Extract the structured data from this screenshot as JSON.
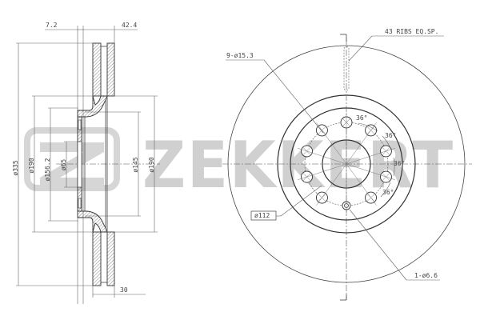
{
  "watermark": {
    "brand": "ZEKKERT",
    "logo_letter": "Z",
    "color": "#d0d0d0"
  },
  "side_view": {
    "dims": {
      "offset_top_left": "7.2",
      "offset_top_right": "42.4",
      "outer_diameter": "ø335",
      "hat_diameter_left": "ø190",
      "hat_inner": "ø156.2",
      "center_bore": "ø65",
      "hat_outer": "ø145",
      "hat_diameter_right": "ø190",
      "thickness": "30"
    }
  },
  "front_view": {
    "labels": {
      "ribs": "43 RIBS EQ.SP.",
      "bolt_holes": "9-ø15.3",
      "bolt_circle": "ø112",
      "small_hole": "1-ø6.6",
      "angle_1": "36°",
      "angle_2": "36°",
      "angle_3": "36°",
      "angle_4": "36°"
    },
    "bolt_hole_count": 9,
    "angle_step_deg": 36
  }
}
